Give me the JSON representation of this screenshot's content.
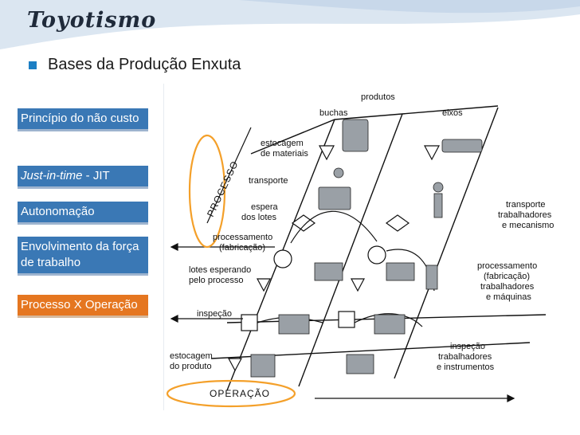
{
  "slide": {
    "title": "Toyotismo",
    "bullet": "Bases da Produção Enxuta"
  },
  "colors": {
    "box_blue": "#3a78b5",
    "box_orange": "#e57620",
    "bullet": "#1c7fc4",
    "circle_highlight": "#f4a02a"
  },
  "sidebar": {
    "items": [
      {
        "label": "Princípio do não custo",
        "active": false
      },
      {
        "label_italic": "Just-in-time",
        "label_rest": " - JIT",
        "active": false
      },
      {
        "label": "Autonomação",
        "active": false
      },
      {
        "label": "Envolvimento da força de trabalho",
        "active": false
      },
      {
        "label": "Processo X Operação",
        "active": true
      }
    ]
  },
  "diagram": {
    "labels": {
      "produtos": "produtos",
      "buchas": "buchas",
      "eixos": "eixos",
      "estocagem_materiais_1": "estocagem",
      "estocagem_materiais_2": "de materiais",
      "transporte": "transporte",
      "espera_1": "espera",
      "espera_2": "dos lotes",
      "processamento_1": "processamento",
      "processamento_2": "(fabricação)",
      "lotes_1": "lotes esperando",
      "lotes_2": "pelo processo",
      "inspecao": "inspeção",
      "estocagem_produto_1": "estocagem",
      "estocagem_produto_2": "do produto",
      "transp_trab_1": "transporte",
      "transp_trab_2": "trabalhadores",
      "transp_trab_3": "e mecanismo",
      "proc_fab_1": "processamento",
      "proc_fab_2": "(fabricação)",
      "proc_fab_3": "trabalhadores",
      "proc_fab_4": "e máquinas",
      "insp_trab_1": "inspeção",
      "insp_trab_2": "trabalhadores",
      "insp_trab_3": "e instrumentos",
      "processo": "PROCESSO",
      "operacao": "OPERAÇÃO"
    }
  }
}
